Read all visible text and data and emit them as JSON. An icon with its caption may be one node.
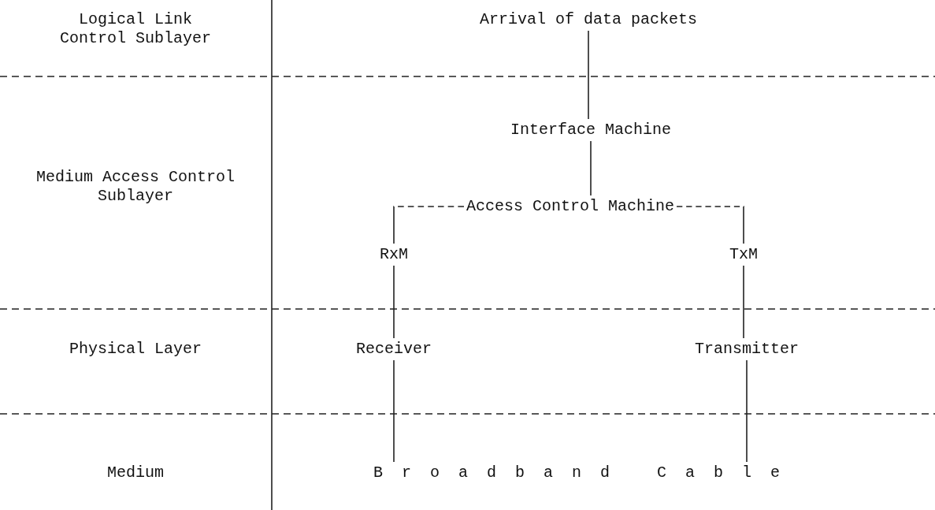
{
  "diagram": {
    "nodes": [
      {
        "text": [
          "Arrival of data packets"
        ]
      },
      {
        "text": [
          "Interface Machine"
        ]
      },
      {
        "text": [
          "Access Control Machine"
        ]
      },
      {
        "text": [
          "RxM"
        ]
      },
      {
        "text": [
          "TxM"
        ]
      },
      {
        "text": [
          "Receiver"
        ]
      },
      {
        "text": [
          "Transmitter"
        ]
      },
      {
        "text": [
          "Broadband Cable"
        ]
      }
    ],
    "edges": [
      {
        "from": 0,
        "to": 1,
        "arrow": "none"
      },
      {
        "from": 1,
        "to": 2,
        "arrow": "none"
      },
      {
        "from": 2,
        "to": 3,
        "arrow": "none",
        "style": "dashed"
      },
      {
        "from": 2,
        "to": 4,
        "arrow": "none",
        "style": "dashed"
      },
      {
        "from": 3,
        "to": 5,
        "arrow": "none"
      },
      {
        "from": 4,
        "to": 6,
        "arrow": "none"
      },
      {
        "from": 5,
        "to": 7,
        "arrow": "none"
      },
      {
        "from": 6,
        "to": 7,
        "arrow": "none"
      }
    ],
    "labels": [
      "Logical Link Control Sublayer",
      "Medium Access Control Sublayer",
      "Physical Layer",
      "Medium"
    ]
  }
}
